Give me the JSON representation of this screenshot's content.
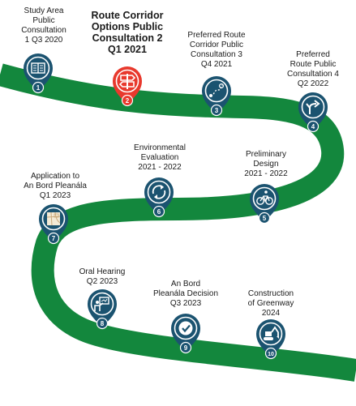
{
  "colors": {
    "road": "#13873d",
    "pin": "#1b5370",
    "pin_active": "#e8392d",
    "badge": "#ffffff"
  },
  "stages": [
    {
      "number": "1",
      "title": [
        "Study Area",
        "Public",
        "Consultation"
      ],
      "date": "1 Q3 2020",
      "icon": "book-icon",
      "active": false
    },
    {
      "number": "2",
      "title": [
        "Route Corridor",
        "Options Public",
        "Consultation 2"
      ],
      "date": "Q1 2021",
      "icon": "signpost-icon",
      "active": true
    },
    {
      "number": "3",
      "title": [
        "Preferred Route",
        "Corridor Public",
        "Consultation 3"
      ],
      "date": "Q4 2021",
      "icon": "route-map-icon",
      "active": false
    },
    {
      "number": "4",
      "title": [
        "Preferred",
        "Route Public",
        "Consultation 4"
      ],
      "date": "Q2 2022",
      "icon": "directions-icon",
      "active": false
    },
    {
      "number": "5",
      "title": [
        "Preliminary",
        "Design"
      ],
      "date": "2021 - 2022",
      "icon": "bicycle-icon",
      "active": false
    },
    {
      "number": "6",
      "title": [
        "Environmental",
        "Evaluation"
      ],
      "date": "2021 - 2022",
      "icon": "recycle-icon",
      "active": false
    },
    {
      "number": "7",
      "title": [
        "Application to",
        "An Bord Pleanála"
      ],
      "date": "Q1 2023",
      "icon": "plan-map-icon",
      "active": false
    },
    {
      "number": "8",
      "title": [
        "Oral Hearing"
      ],
      "date": "Q2 2023",
      "icon": "presentation-icon",
      "active": false
    },
    {
      "number": "9",
      "title": [
        "An Bord",
        "Pleanála Decision"
      ],
      "date": "Q3 2023",
      "icon": "approved-badge-icon",
      "active": false
    },
    {
      "number": "10",
      "title": [
        "Construction",
        "of Greenway"
      ],
      "date": "2024",
      "icon": "excavator-icon",
      "active": false
    }
  ]
}
